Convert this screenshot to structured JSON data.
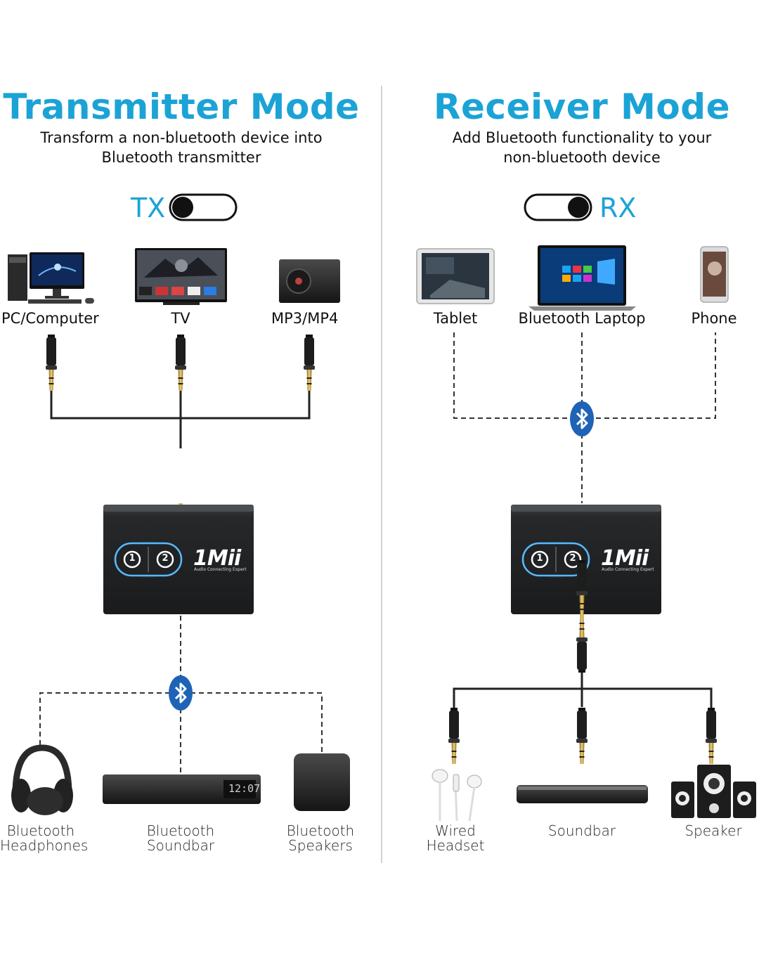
{
  "accent_color": "#1ba3d6",
  "icon_blue": "#1e63b5",
  "transmitter": {
    "title": "Transmitter Mode",
    "subtitle_line1": "Transform a non-bluetooth device into",
    "subtitle_line2": "Bluetooth transmitter",
    "mode_label": "TX",
    "switch_state": "left",
    "sources": [
      {
        "label": "PC/Computer",
        "icon": "pc-computer-icon"
      },
      {
        "label": "TV",
        "icon": "tv-icon"
      },
      {
        "label": "MP3/MP4",
        "icon": "mp3-player-icon"
      }
    ],
    "device": {
      "brand": "1Mii",
      "tagline": "Audio Connecting Expert",
      "btn1": "1",
      "btn2": "2"
    },
    "outputs": [
      {
        "line1": "Bluetooth",
        "line2": "Headphones",
        "icon": "headphones-icon"
      },
      {
        "line1": "Bluetooth",
        "line2": "Soundbar",
        "icon": "soundbar-icon",
        "display": "12:07"
      },
      {
        "line1": "Bluetooth",
        "line2": "Speakers",
        "icon": "speaker-icon"
      }
    ]
  },
  "receiver": {
    "title": "Receiver Mode",
    "subtitle_line1": "Add Bluetooth functionality to your",
    "subtitle_line2": "non-bluetooth device",
    "mode_label": "RX",
    "switch_state": "right",
    "sources": [
      {
        "label": "Tablet",
        "icon": "tablet-icon"
      },
      {
        "label": "Bluetooth Laptop",
        "icon": "laptop-icon"
      },
      {
        "label": "Phone",
        "icon": "phone-icon"
      }
    ],
    "device": {
      "brand": "1Mii",
      "tagline": "Audio Connecting Expert",
      "btn1": "1",
      "btn2": "2"
    },
    "outputs": [
      {
        "line1": "Wired",
        "line2": "Headset",
        "icon": "earphones-icon"
      },
      {
        "line1": "Soundbar",
        "line2": "",
        "icon": "soundbar-icon"
      },
      {
        "line1": "Speaker",
        "line2": "",
        "icon": "speaker-system-icon"
      }
    ]
  }
}
